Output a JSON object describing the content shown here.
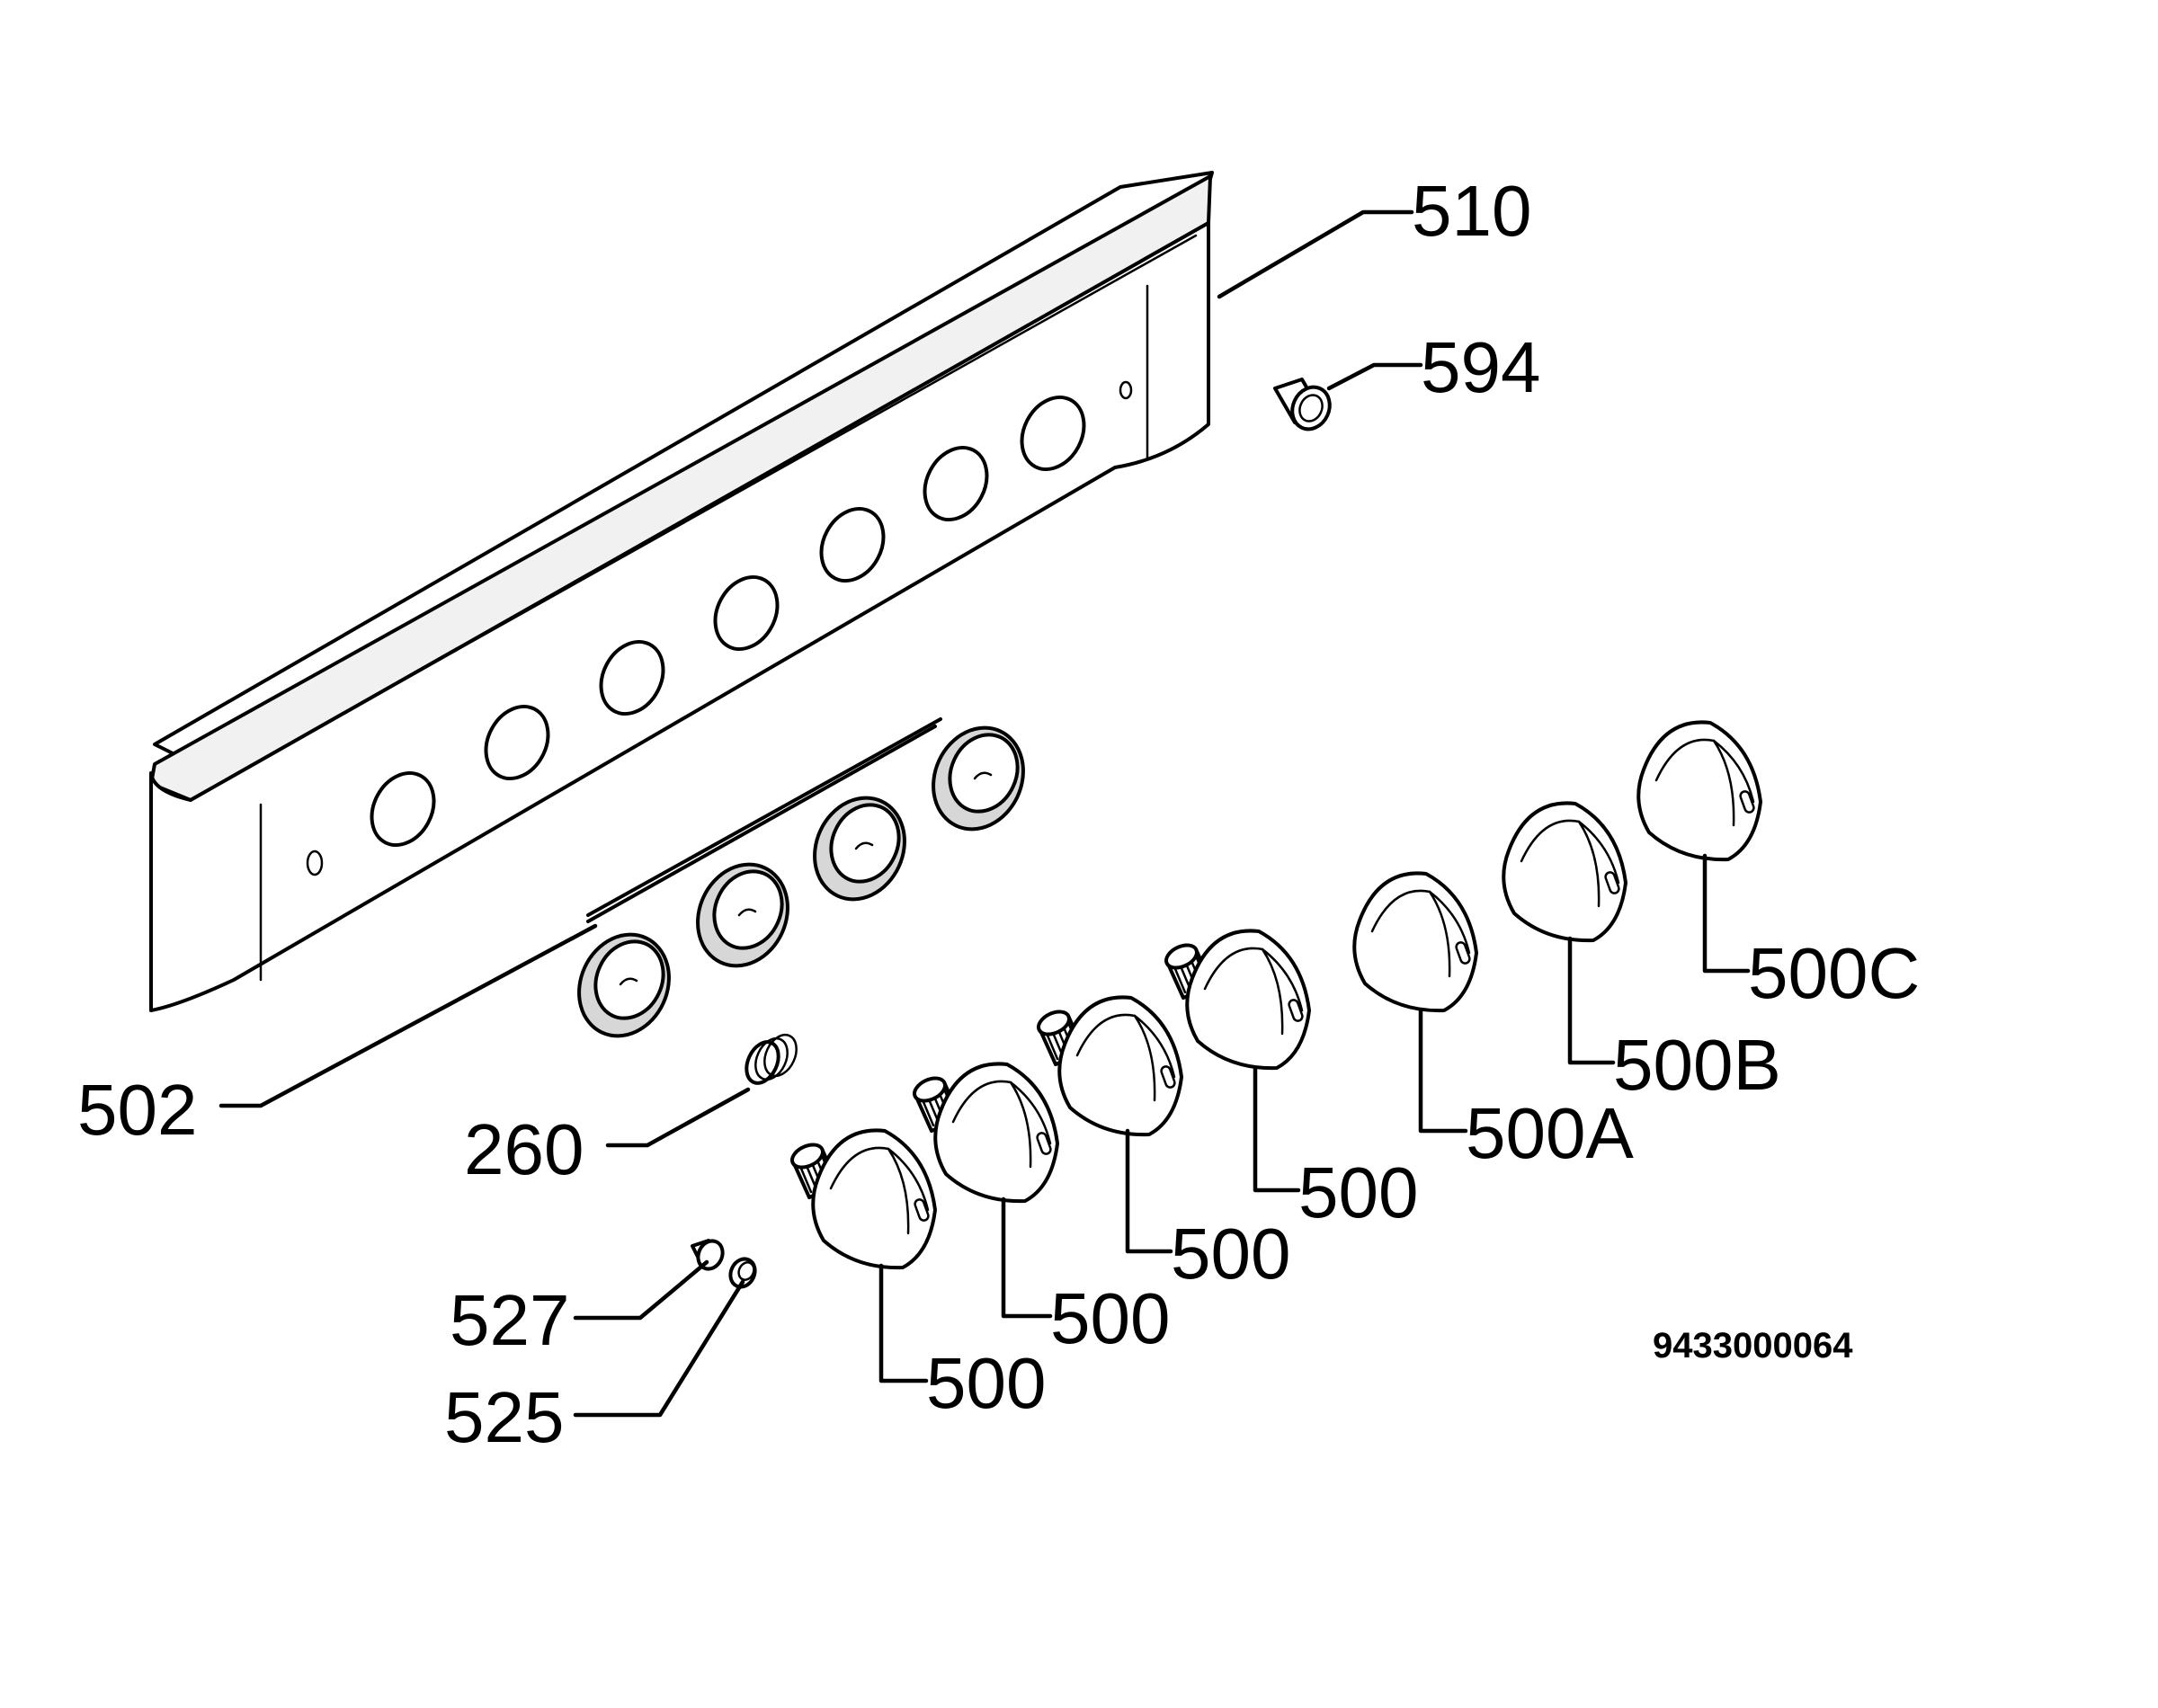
{
  "diagram": {
    "document_number": "9433000064",
    "callouts": {
      "c510": "510",
      "c594": "594",
      "c502": "502",
      "c260": "260",
      "c527": "527",
      "c525": "525",
      "c500_1": "500",
      "c500_2": "500",
      "c500_3": "500",
      "c500_4": "500",
      "c500A": "500A",
      "c500B": "500B",
      "c500C": "500C"
    }
  }
}
